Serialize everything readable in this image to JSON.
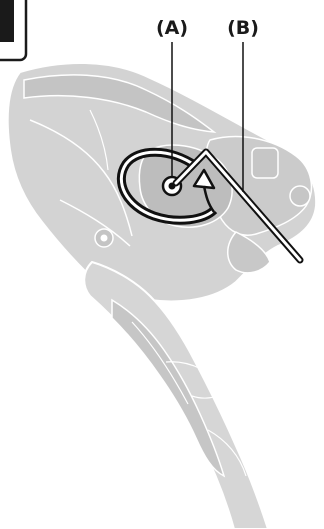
{
  "figure": {
    "subject": "brake-shift-lever-bracket",
    "colors": {
      "part_fill": "#d6d6d6",
      "part_shade": "#bdbdbd",
      "part_edge": "#ffffff",
      "ink": "#1a1a1a"
    }
  },
  "callouts": [
    {
      "id": "A",
      "label": "(A)"
    },
    {
      "id": "B",
      "label": "(B)"
    }
  ],
  "icons": [
    "corner-tab-icon",
    "rotation-arrow-icon",
    "hex-wrench-icon"
  ]
}
